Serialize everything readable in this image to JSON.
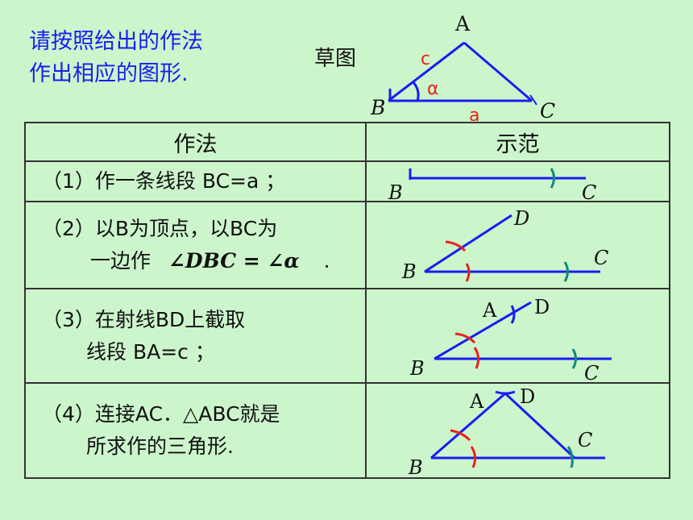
{
  "intro": {
    "line1": "请按照给出的作法",
    "line2": "作出相应的图形."
  },
  "sketch": {
    "label": "草图",
    "vertex_A": "A",
    "vertex_B": "B",
    "vertex_C": "C",
    "side_c": "c",
    "side_a": "a",
    "angle": "α"
  },
  "table": {
    "headers": [
      "作法",
      "示范"
    ],
    "steps": [
      {
        "line1": "（1）作一条线段 BC=a ；",
        "labels": {
          "B": "B",
          "C": "C"
        }
      },
      {
        "line1": "（2）以B为顶点，以BC为",
        "line2": "一边作",
        "formula": "∠DBC = ∠α",
        "tail": ".",
        "labels": {
          "B": "B",
          "C": "C",
          "D": "D"
        }
      },
      {
        "line1": "（3）在射线BD上截取",
        "line2": "线段 BA=c ；",
        "labels": {
          "A": "A",
          "B": "B",
          "C": "C",
          "D": "D"
        }
      },
      {
        "line1": "（4）连接AC．△ABC就是",
        "line2": "所求作的三角形.",
        "labels": {
          "A": "A",
          "B": "B",
          "C": "C",
          "D": "D"
        }
      }
    ]
  },
  "colors": {
    "background": "#ccf5cc",
    "line": "#1c1cf0",
    "arc_red": "#e8211c",
    "arc_teal": "#0f8a78",
    "label_red": "#e8211c"
  }
}
